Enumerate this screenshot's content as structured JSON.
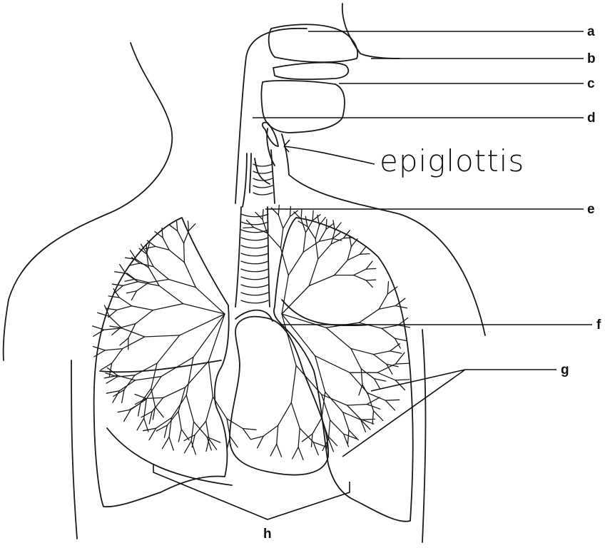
{
  "labels": {
    "a": "a",
    "b": "b",
    "c": "c",
    "d": "d",
    "e": "e",
    "f": "f",
    "g": "g",
    "h": "h"
  },
  "handwritten": {
    "epiglottis": "epiglottis"
  },
  "colors": {
    "ink": "#1a1a1a",
    "background": "#ffffff"
  }
}
